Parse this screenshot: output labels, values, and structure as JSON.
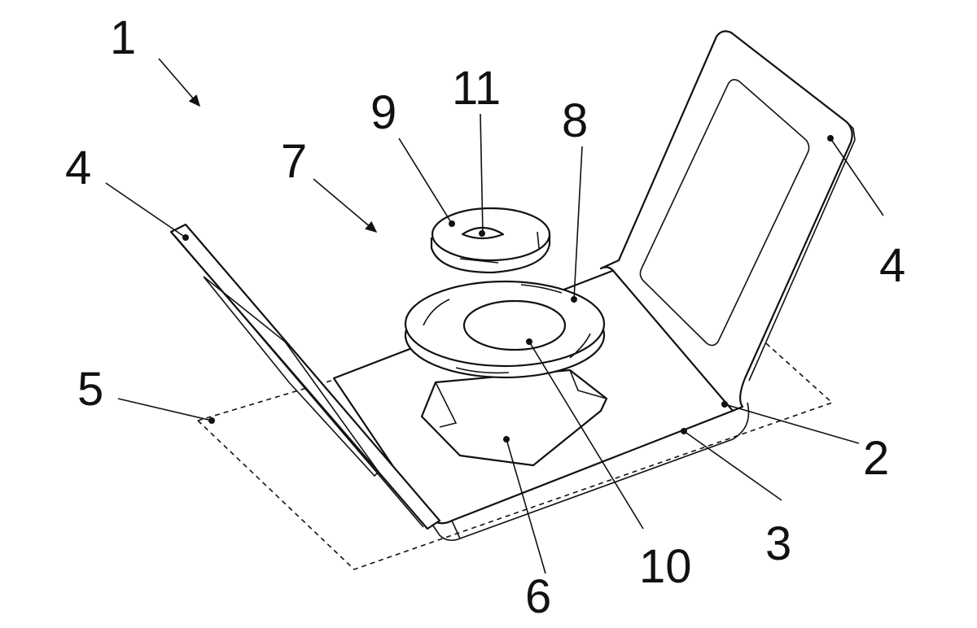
{
  "figure": {
    "labels": {
      "assembly": "1",
      "flap_left": "4",
      "flap_right": "4",
      "mount": "7",
      "disc": "9",
      "eye": "11",
      "ring": "8",
      "outline": "5",
      "bend": "2",
      "base_plate": "3",
      "holder": "6",
      "opening": "10"
    }
  }
}
